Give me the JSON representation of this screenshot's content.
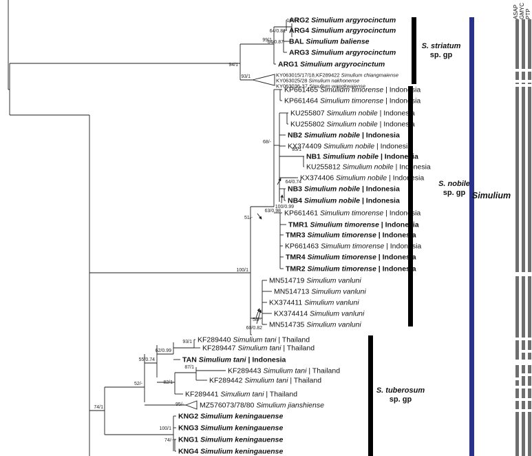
{
  "method_headers": [
    "ASAP",
    "GMYC",
    "PTP"
  ],
  "genus_label": "Simulium",
  "colors": {
    "genus_bar": "#28328c",
    "group_bar": "#000000",
    "method_bar": "#6e6e6e",
    "branch": "#1a1a1a"
  },
  "taxa": {
    "arg2": {
      "code": "ARG2",
      "species": "Simulium argyrocinctum",
      "locality": ""
    },
    "arg4": {
      "code": "ARG4",
      "species": "Simulium argyrocinctum",
      "locality": ""
    },
    "bal": {
      "code": "BAL",
      "species": "Simulium baliense",
      "locality": ""
    },
    "arg3": {
      "code": "ARG3",
      "species": "Simulium argyrocinctum",
      "locality": ""
    },
    "arg1": {
      "code": "ARG1",
      "species": "Simulium argyrocinctum",
      "locality": ""
    },
    "chi": {
      "code": "KY063015/17/18,KF289422",
      "species": "Simulium chiangmaiense",
      "locality": ""
    },
    "nak": {
      "code": "KY063025/28",
      "species": "Simulium nakhonense",
      "locality": ""
    },
    "wan": {
      "code": "KY063036-37",
      "species": "Simulium wangkwaiense",
      "locality": ""
    },
    "kp465": {
      "code": "KP661465",
      "species": "Simulium timorense",
      "locality": "| Indonesia"
    },
    "kp464": {
      "code": "KP661464",
      "species": "Simulium timorense",
      "locality": "| Indonesia"
    },
    "ku807": {
      "code": "KU255807",
      "species": "Simulium nobile",
      "locality": "| Indonesia"
    },
    "ku802": {
      "code": "KU255802",
      "species": "Simulium nobile",
      "locality": "| Indonesia"
    },
    "nb2": {
      "code": "NB2",
      "species": "Simulium nobile",
      "locality": "| Indonesia"
    },
    "kx409": {
      "code": "KX374409",
      "species": "Simulium nobile",
      "locality": "| Indonesia"
    },
    "nb1": {
      "code": "NB1",
      "species": "Simulium nobile",
      "locality": "| Indonesia"
    },
    "ku812": {
      "code": "KU255812",
      "species": "Simulium nobile",
      "locality": "| Indonesia"
    },
    "kx406": {
      "code": "KX374406",
      "species": "Simulium nobile",
      "locality": "| Indonesia"
    },
    "nb3": {
      "code": "NB3",
      "species": "Simulium nobile",
      "locality": "| Indonesia"
    },
    "nb4": {
      "code": "NB4",
      "species": "Simulium nobile",
      "locality": "| Indonesia"
    },
    "kp461": {
      "code": "KP661461",
      "species": "Simulium timorense",
      "locality": "| Indonesia"
    },
    "tmr1": {
      "code": "TMR1",
      "species": "Simulium timorense",
      "locality": "| Indonesia"
    },
    "tmr3": {
      "code": "TMR3",
      "species": "Simulium timorense",
      "locality": "| Indonesia"
    },
    "kp463": {
      "code": "KP661463",
      "species": "Simulium timorense",
      "locality": "| Indonesia"
    },
    "tmr4": {
      "code": "TMR4",
      "species": "Simulium timorense",
      "locality": "| Indonesia"
    },
    "tmr2": {
      "code": "TMR2",
      "species": "Simulium timorense",
      "locality": "| Indonesia"
    },
    "mn719": {
      "code": "MN514719",
      "species": "Simulium vanluni",
      "locality": ""
    },
    "mn713": {
      "code": "MN514713",
      "species": "Simulium vanluni",
      "locality": ""
    },
    "kx411": {
      "code": "KX374411",
      "species": "Simulium vanluni",
      "locality": ""
    },
    "kx414": {
      "code": "KX374414",
      "species": "Simulium vanluni",
      "locality": ""
    },
    "mn735": {
      "code": "MN514735",
      "species": "Simulium vanluni",
      "locality": ""
    },
    "kf440": {
      "code": "KF289440",
      "species": "Simulium tani",
      "locality": "| Thailand"
    },
    "kf447": {
      "code": "KF289447",
      "species": "Simulium tani",
      "locality": "| Thailand"
    },
    "tan": {
      "code": "TAN",
      "species": "Simulium tani",
      "locality": "| Indonesia"
    },
    "kf443": {
      "code": "KF289443",
      "species": "Simulium tani",
      "locality": "| Thailand"
    },
    "kf442": {
      "code": "KF289442",
      "species": "Simulium tani",
      "locality": "| Thailand"
    },
    "kf441": {
      "code": "KF289441",
      "species": "Simulium tani",
      "locality": "| Thailand"
    },
    "mz": {
      "code": "MZ576073/78/80",
      "species": "Simulium jianshiense",
      "locality": ""
    },
    "kng2": {
      "code": "KNG2",
      "species": "Simulium keningauense",
      "locality": ""
    },
    "kng3": {
      "code": "KNG3",
      "species": "Simulium keningauense",
      "locality": ""
    },
    "kng1": {
      "code": "KNG1",
      "species": "Simulium keningauense",
      "locality": ""
    },
    "kng4": {
      "code": "KNG4",
      "species": "Simulium keningauense",
      "locality": ""
    }
  },
  "support": {
    "s1": "100/1",
    "s2": "64/0.81",
    "s3": "64/0.87",
    "s4": "99/1",
    "s5": "94/1",
    "s6": "93/1",
    "s7": "68/-",
    "s8": "85/1",
    "s9": "64/0.74",
    "s10": "100/0.99",
    "s11": "63/0.98",
    "s12": "51/-",
    "s13": "100/1",
    "s14": "58/-",
    "s15": "60/0.82",
    "s16": "93/1",
    "s17": "62/0.99",
    "s18": "55/0.74",
    "s19": "87/1",
    "s20": "82/1",
    "s21": "52/-",
    "s22": "95/-",
    "s23": "74/1",
    "s24": "100/1",
    "s25": "74/-"
  },
  "groups": {
    "striatum": {
      "pre": "S.",
      "name": "striatum",
      "suffix": "sp. gp"
    },
    "nobile": {
      "pre": "S.",
      "name": "nobile",
      "suffix": "sp. gp"
    },
    "tuberosum": {
      "pre": "S.",
      "name": "tuberosum",
      "suffix": "sp. gp"
    }
  }
}
